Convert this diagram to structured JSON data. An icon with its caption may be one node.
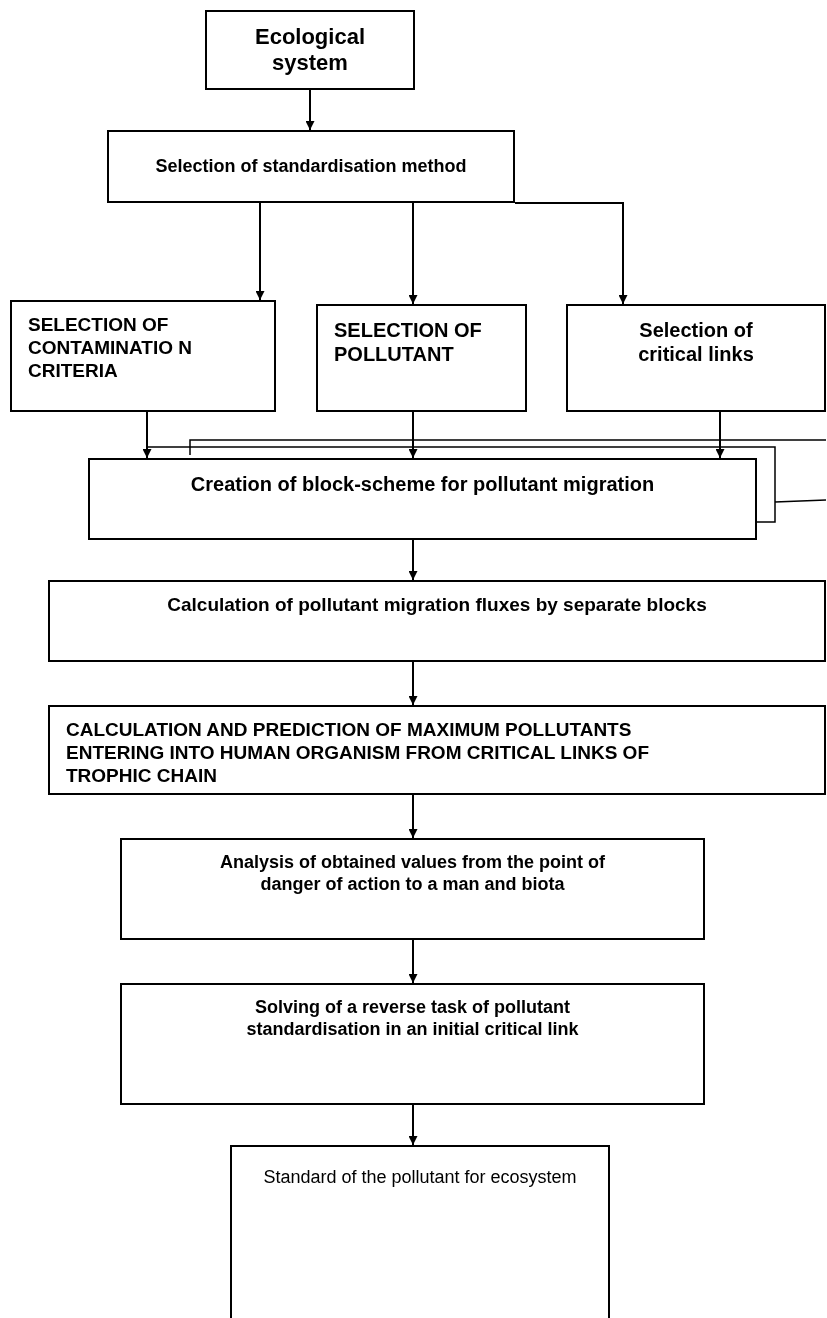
{
  "diagram": {
    "nodes": [
      {
        "text": [
          "Ecological system"
        ]
      },
      {
        "text": [
          "Selection of standardisation method"
        ]
      },
      {
        "text": [
          "SELECTION OF CONTAMINATIO N CRITERIA"
        ]
      },
      {
        "text": [
          "SELECTION OF POLLUTANT"
        ]
      },
      {
        "text": [
          "Selection of critical links"
        ]
      },
      {
        "text": [
          "Creation of block-scheme for  pollutant migration"
        ]
      },
      {
        "text": [
          "Calculation of pollutant migration fluxes by separate blocks"
        ]
      },
      {
        "text": [
          "CALCULATION AND PREDICTION OF MAXIMUM POLLUTANTS ENTERING INTO HUMAN ORGANISM FROM CRITICAL LINKS OF TROPHIC CHAIN"
        ]
      },
      {
        "text": [
          "Analysis of obtained values from the point of danger of action to a man and biota"
        ]
      },
      {
        "text": [
          "Solving of a reverse task of pollutant standardisation in an initial critical link"
        ]
      },
      {
        "text": [
          "Standard of the pollutant for ecosystem"
        ]
      }
    ],
    "edges": [
      {
        "from": 0,
        "to": 1,
        "arrow": "to"
      },
      {
        "from": 1,
        "to": 2,
        "arrow": "to"
      },
      {
        "from": 1,
        "to": 3,
        "arrow": "to"
      },
      {
        "from": 1,
        "to": 4,
        "arrow": "to"
      },
      {
        "from": 2,
        "to": 5,
        "arrow": "to"
      },
      {
        "from": 3,
        "to": 5,
        "arrow": "to"
      },
      {
        "from": 4,
        "to": 5,
        "arrow": "to"
      },
      {
        "from": 5,
        "to": 6,
        "arrow": "to"
      },
      {
        "from": 6,
        "to": 7,
        "arrow": "to"
      },
      {
        "from": 7,
        "to": 8,
        "arrow": "to"
      },
      {
        "from": 8,
        "to": 9,
        "arrow": "to"
      },
      {
        "from": 9,
        "to": 10,
        "arrow": "to"
      }
    ]
  }
}
